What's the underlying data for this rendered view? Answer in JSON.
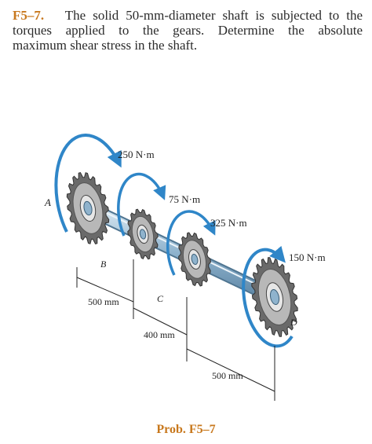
{
  "problem": {
    "number": "F5–7.",
    "line1": "The solid 50-mm-diameter shaft is subjected to the",
    "line2": "torques applied to the gears. Determine the absolute",
    "line3": "maximum shear stress in the shaft."
  },
  "figure": {
    "torques": {
      "t1": "250 N·m",
      "t2": "75 N·m",
      "t3": "325 N·m",
      "t4": "150 N·m"
    },
    "points": {
      "a": "A",
      "b": "B",
      "c": "C",
      "d": "D"
    },
    "dimensions": {
      "d1": "500 mm",
      "d2": "400 mm",
      "d3": "500 mm"
    }
  },
  "caption": "Prob. F5–7",
  "colors": {
    "accent": "#c8781d",
    "arrow": "#2f86c8",
    "gear": "#5b5b5b",
    "shaft": "#9fbfd6"
  }
}
